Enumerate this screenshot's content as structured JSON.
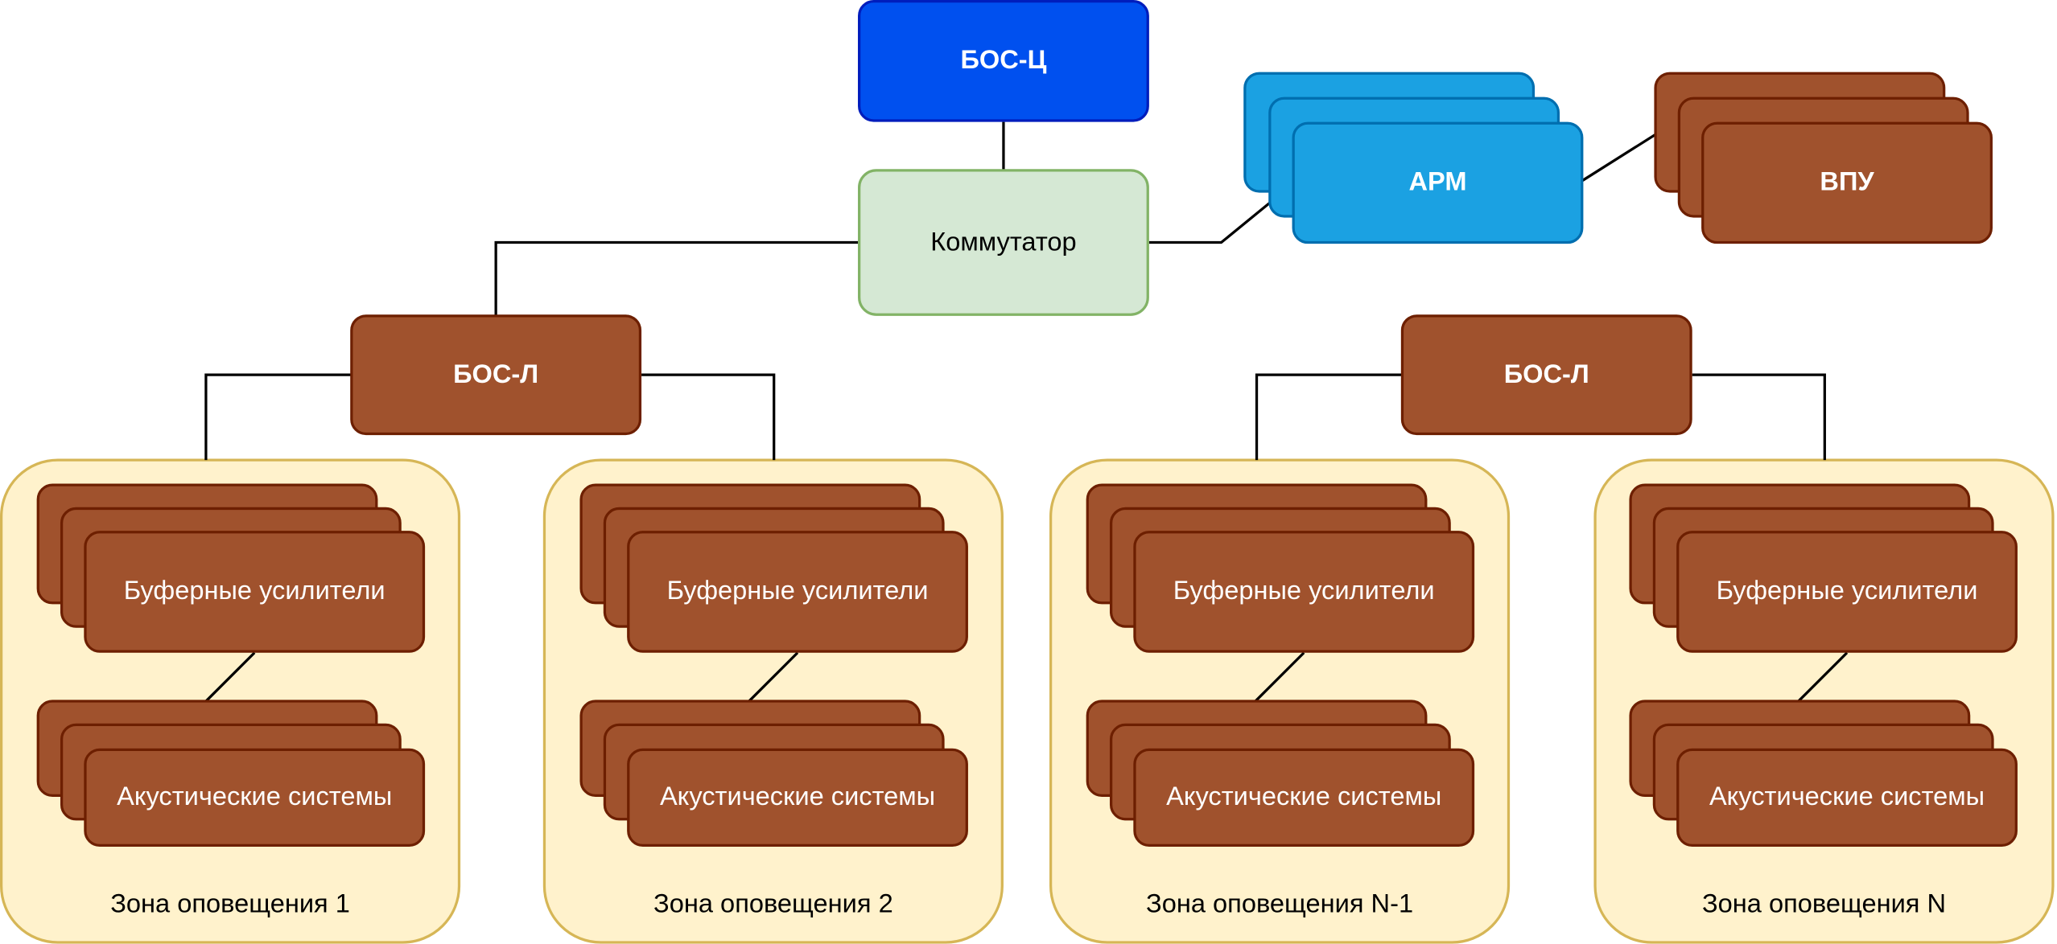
{
  "diagram": {
    "bos_c": "БОС-Ц",
    "switch": "Коммутатор",
    "arm": "АРМ",
    "vpu": "ВПУ",
    "bos_l_left": "БОС-Л",
    "bos_l_right": "БОС-Л",
    "zones": [
      {
        "label": "Зона оповещения 1",
        "amplifiers": "Буферные усилители",
        "speakers": "Акустические системы"
      },
      {
        "label": "Зона оповещения 2",
        "amplifiers": "Буферные усилители",
        "speakers": "Акустические системы"
      },
      {
        "label": "Зона оповещения N-1",
        "amplifiers": "Буферные усилители",
        "speakers": "Акустические системы"
      },
      {
        "label": "Зона оповещения N",
        "amplifiers": "Буферные усилители",
        "speakers": "Акустические системы"
      }
    ]
  },
  "colors": {
    "bos_c_fill": "#0050ef",
    "switch_fill": "#d5e8d4",
    "arm_fill": "#1ba1e2",
    "device_fill": "#a0522d",
    "zone_fill": "#fff2cc"
  }
}
